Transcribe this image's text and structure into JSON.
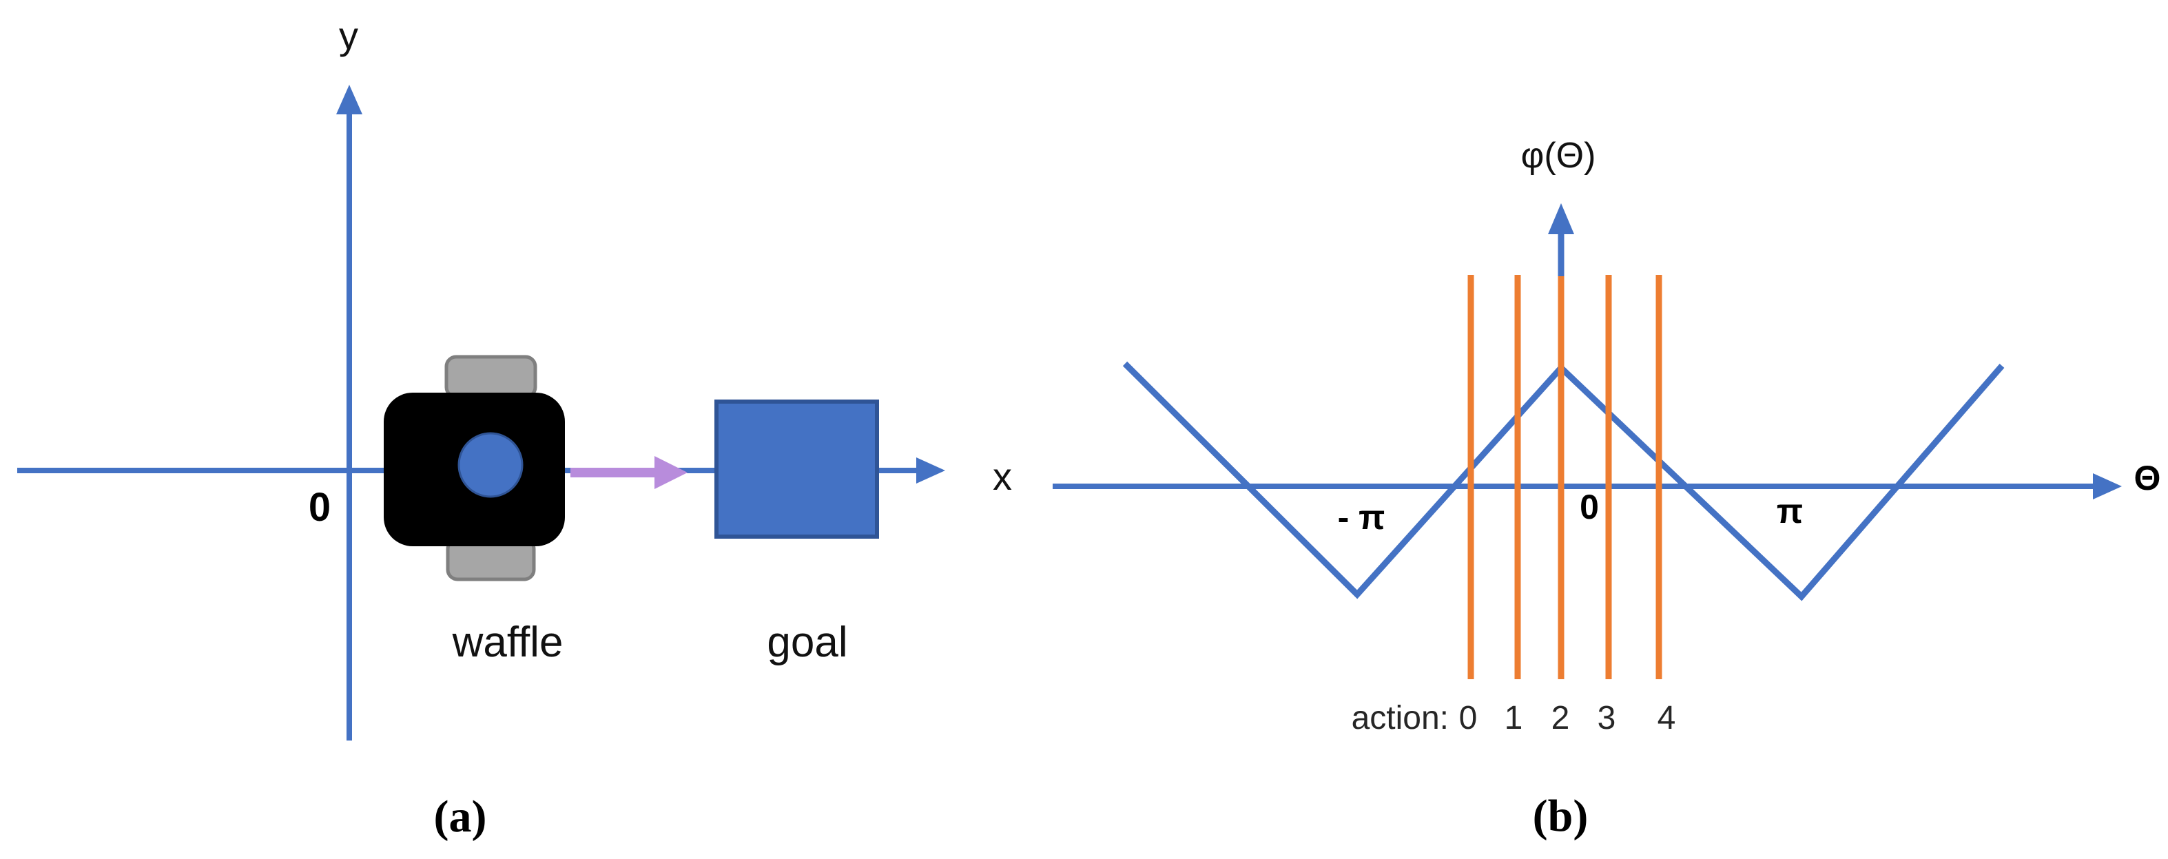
{
  "figure": {
    "caption_a": "(a)",
    "caption_b": "(b)"
  },
  "panel_a": {
    "axis_labels": {
      "x": "x",
      "y": "y"
    },
    "origin_label": "0",
    "robot_label": "waffle",
    "goal_label": "goal"
  },
  "panel_b": {
    "ylabel": "φ(Θ)",
    "xlabel": "Θ",
    "tick_neg_pi": "- π",
    "tick_zero": "0",
    "tick_pi": "π",
    "action_prefix": "action:",
    "action_labels": [
      "0",
      "1",
      "2",
      "3",
      "4"
    ]
  },
  "colors": {
    "axis_blue": "#4472C4",
    "wave_blue": "#4472C4",
    "goal_fill": "#4472C4",
    "goal_border": "#2F5496",
    "robot_body": "#000000",
    "wheel_gray": "#A6A6A6",
    "wheel_border": "#7F7F7F",
    "robot_hub_blue": "#4472C4",
    "action_line_orange": "#ED7D31",
    "heading_arrow_purple": "#B88CDC",
    "text_black": "#111111"
  },
  "chart_data": {
    "type": "line",
    "title": "φ(Θ) potential function over heading angle Θ",
    "xlabel": "Θ",
    "ylabel": "φ(Θ)",
    "x_unit": "radians (multiples of π)",
    "x_ticks": [
      "- π",
      "0",
      "π"
    ],
    "ylim": [
      -1,
      1
    ],
    "grid": false,
    "legend": false,
    "series": [
      {
        "name": "phi-triangle-wave",
        "x_over_pi": [
          -1.81,
          -1.0,
          0.0,
          1.0,
          1.83
        ],
        "y_normalized": [
          1.0,
          -0.95,
          1.0,
          -0.95,
          1.0
        ],
        "shape": "triangle wave, peak at Θ=0, minima at Θ=±π, zero crossings at Θ=±π/2 and ±3π/2"
      }
    ],
    "annotations": {
      "action_prefix": "action:",
      "action_labels": [
        "0",
        "1",
        "2",
        "3",
        "4"
      ],
      "action_lines_x_over_pi": [
        -0.4,
        -0.2,
        0.0,
        0.2,
        0.4
      ],
      "action_line_color": "#ED7D31"
    }
  }
}
